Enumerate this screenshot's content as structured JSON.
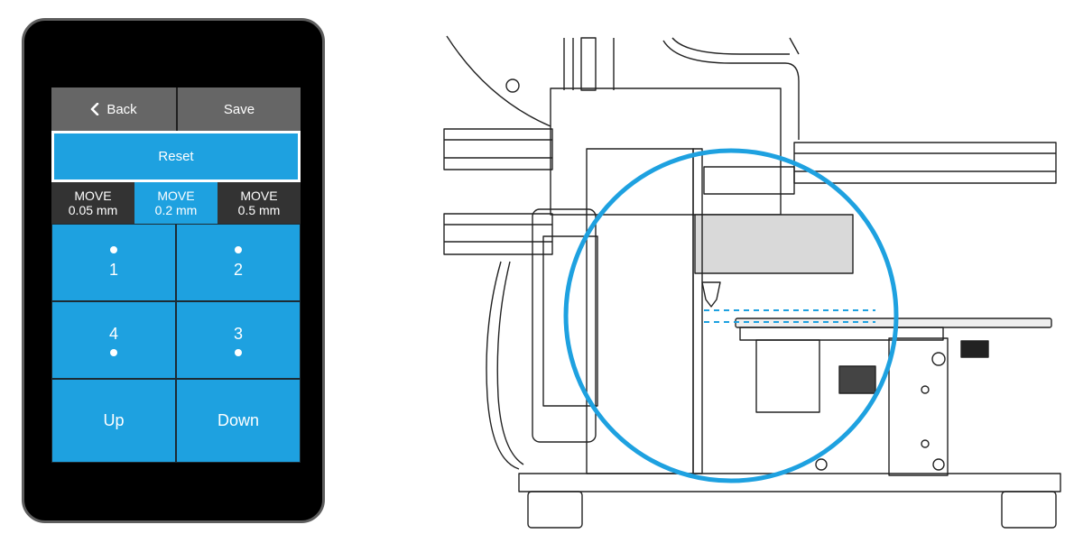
{
  "touchscreen": {
    "back_label": "Back",
    "save_label": "Save",
    "reset_label": "Reset",
    "move_options": [
      {
        "line1": "MOVE",
        "line2": "0.05 mm",
        "selected": false
      },
      {
        "line1": "MOVE",
        "line2": "0.2 mm",
        "selected": true
      },
      {
        "line1": "MOVE",
        "line2": "0.5 mm",
        "selected": false
      }
    ],
    "points": [
      {
        "label": "1"
      },
      {
        "label": "2"
      },
      {
        "label": "4"
      },
      {
        "label": "3"
      }
    ],
    "up_label": "Up",
    "down_label": "Down"
  },
  "icons": {
    "back": "chevron-left-icon",
    "point": "dot-icon"
  },
  "colors": {
    "accent_blue": "#1ea1e0",
    "button_gray": "#666666",
    "move_dark": "#333333",
    "bezel": "#000000",
    "highlight_circle": "#1ea1e0"
  }
}
